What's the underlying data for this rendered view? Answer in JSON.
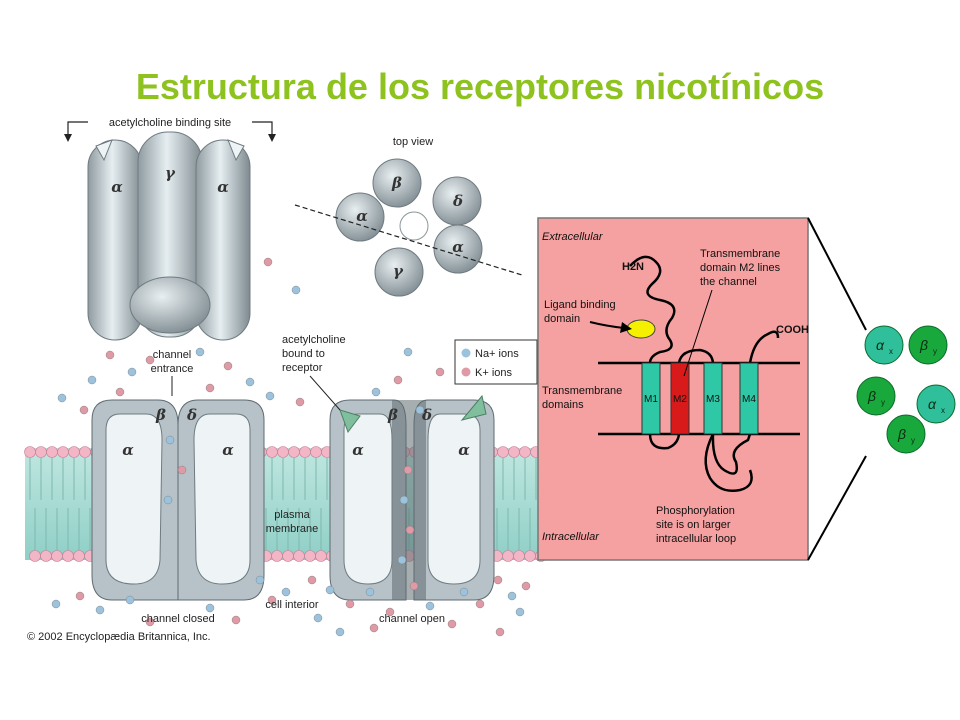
{
  "title": "Estructura de los receptores nicotínicos",
  "britannica": {
    "binding_site_label": "acetylcholine binding site",
    "top_view_label": "top view",
    "channel_entrance_label": [
      "channel",
      "entrance"
    ],
    "ach_bound_label": [
      "acetylcholine",
      "bound to",
      "receptor"
    ],
    "legend": {
      "na": "Na+ ions",
      "k": "K+ ions",
      "na_color": "#9cc3dd",
      "k_color": "#e09aa6"
    },
    "plasma_membrane_label": [
      "plasma",
      "membrane"
    ],
    "cell_interior_label": "cell interior",
    "channel_closed_label": "channel closed",
    "channel_open_label": "channel open",
    "copyright": "© 2002 Encyclopædia Britannica, Inc.",
    "subunits_side": [
      "α",
      "γ",
      "α"
    ],
    "subunits_top": [
      "β",
      "δ",
      "α",
      "γ",
      "α"
    ],
    "subunits_channel": [
      "α",
      "β",
      "δ",
      "α"
    ]
  },
  "topology": {
    "extracellular": "Extracellular",
    "intracellular": "Intracellular",
    "n_terminus": "H2N",
    "c_terminus": "COOH",
    "ligand_binding": [
      "Ligand binding",
      "domain"
    ],
    "transmembrane_domains": [
      "Transmembrane",
      "domains"
    ],
    "m2_note": [
      "Transmembrane",
      "domain M2 lines",
      "the channel"
    ],
    "phosphorylation": [
      "Phosphorylation",
      "site is on larger",
      "intracellular loop"
    ],
    "segments": [
      "M1",
      "M2",
      "M3",
      "M4"
    ],
    "bg_color": "#f6a1a1",
    "segment_color": "#2fc8a6",
    "m2_color": "#d81a1a",
    "ligand_color": "#f4f000"
  },
  "pentamer": {
    "subunits": [
      {
        "greek": "α",
        "sub": "x",
        "color": "#2fbf9b"
      },
      {
        "greek": "β",
        "sub": "y",
        "color": "#19a83c"
      },
      {
        "greek": "β",
        "sub": "y",
        "color": "#19a83c"
      },
      {
        "greek": "α",
        "sub": "x",
        "color": "#2fbf9b"
      },
      {
        "greek": "β",
        "sub": "y",
        "color": "#19a83c"
      }
    ]
  }
}
